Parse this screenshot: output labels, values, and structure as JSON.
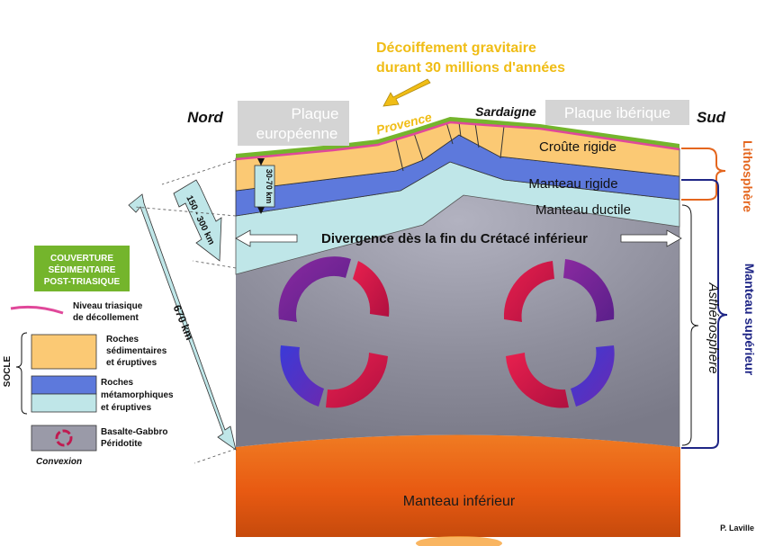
{
  "title": {
    "line1": "Décoiffement gravitaire",
    "line2": "durant 30 millions  d'années"
  },
  "directions": {
    "north": "Nord",
    "south": "Sud"
  },
  "plates": {
    "european_line1": "Plaque",
    "european_line2": "européenne",
    "iberian": "Plaque ibérique"
  },
  "places": {
    "provence": "Provence",
    "sardinia": "Sardaigne"
  },
  "layers": {
    "crust": "Croûte rigide",
    "rigid_mantle": "Manteau rigide",
    "ductile_mantle": "Manteau ductile",
    "asthenosphere": "Asthénosphère",
    "lower_mantle": "Manteau inférieur"
  },
  "divergence": "Divergence dès la fin du Crétacé inférieur",
  "right_labels": {
    "lithosphere": "Lithosphère",
    "upper_mantle": "Manteau supérieur"
  },
  "depths": {
    "d1": "30-70 km",
    "d2": "150 - 300 km",
    "d3": "670 km"
  },
  "legend": {
    "cover_line1": "COUVERTURE",
    "cover_line2": "SÉDIMENTAIRE",
    "cover_line3": "POST-TRIASIQUE",
    "detachment_line1": "Niveau triasique",
    "detachment_line2": "de décollement",
    "socle": "SOCLE",
    "sed_line1": "Roches",
    "sed_line2": "sédimentaires",
    "sed_line3": "et éruptives",
    "meta_line1": "Roches",
    "meta_line2": "métamorphiques",
    "meta_line3": "et éruptives",
    "basalt_line1": "Basalte-Gabbro",
    "basalt_line2": "Péridotite",
    "convection": "Convexion"
  },
  "credit": "P. Laville",
  "colors": {
    "sediment": "#fbc974",
    "rigid_mantle": "#5d79dc",
    "ductile_mantle": "#bfe6e8",
    "asthenosphere": "#8e8e9c",
    "lower_mantle": "#ea5a12",
    "cover_green": "#74b52c",
    "detachment_pink": "#e0489a",
    "title_yellow": "#f0bd16",
    "lithosphere_orange": "#e4661e",
    "upper_mantle_navy": "#1f2686"
  }
}
